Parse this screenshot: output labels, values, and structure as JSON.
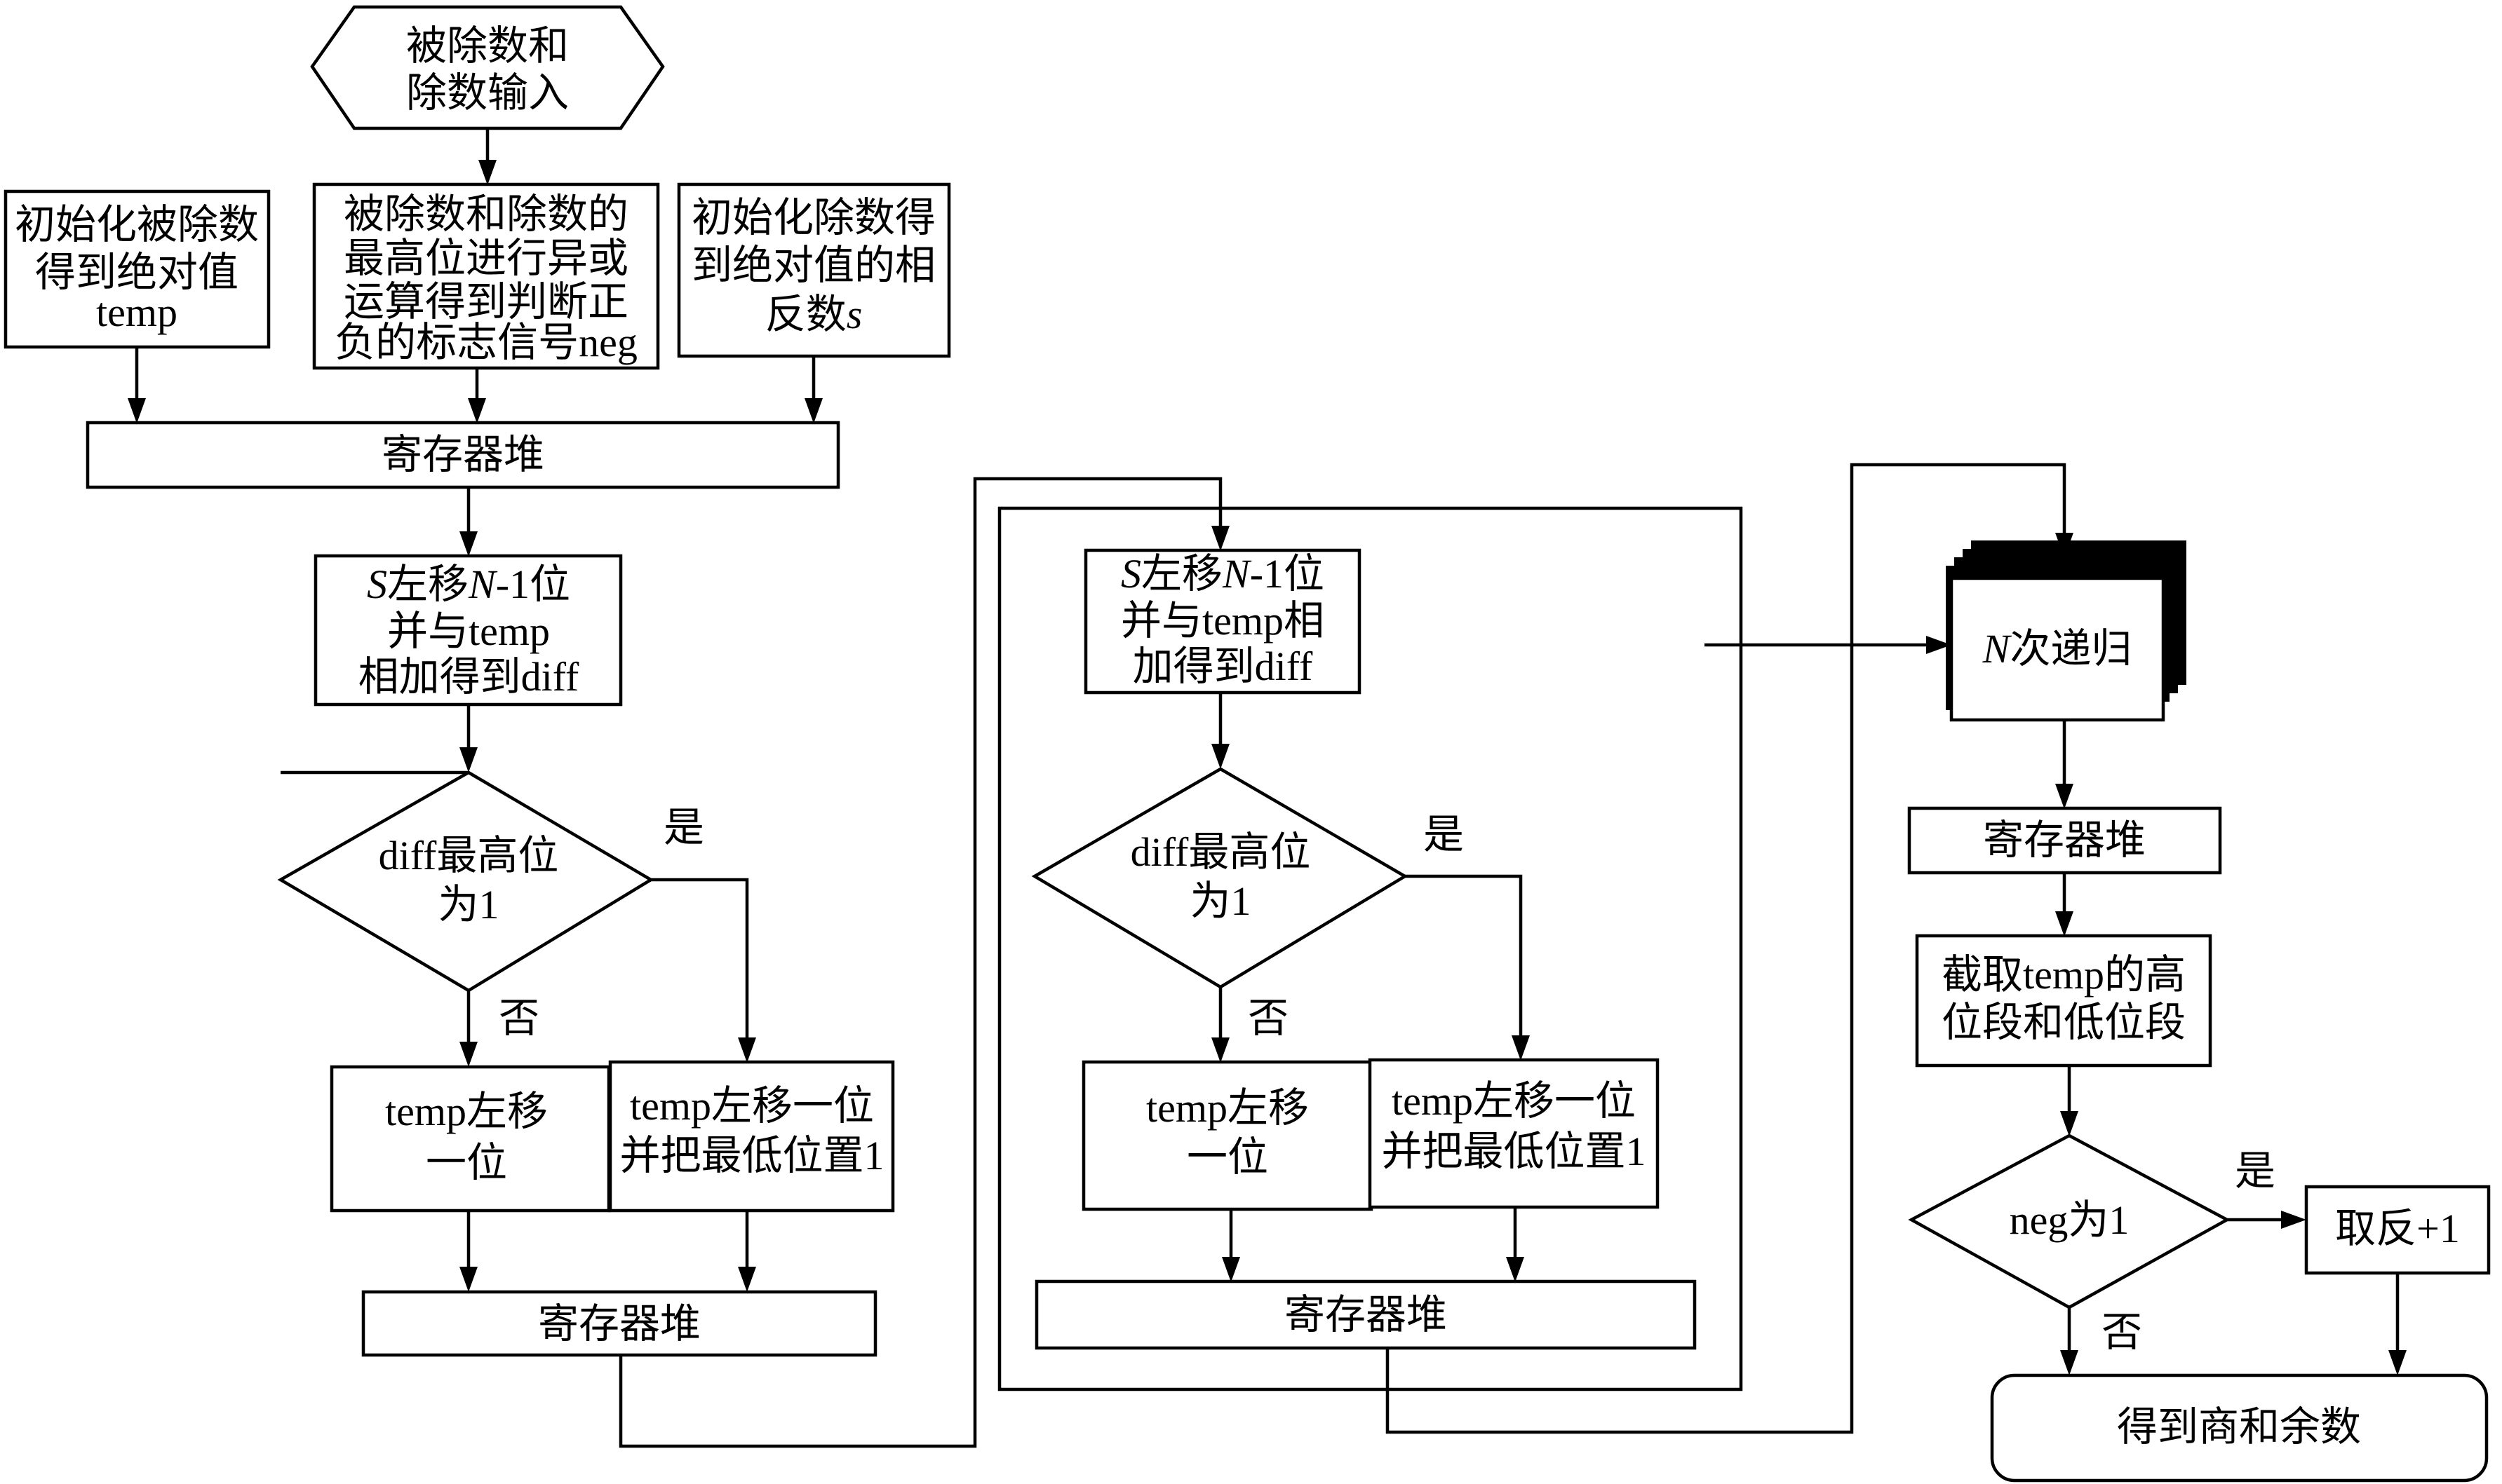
{
  "input_box": {
    "line1": "被除数和",
    "line2": "除数输入"
  },
  "init_dividend": {
    "line1": "初始化被除数",
    "line2": "得到绝对值",
    "line3": "temp"
  },
  "xor_box": {
    "line1": "被除数和除数的",
    "line2": "最高位进行异或",
    "line3": "运算得到判断正",
    "line4": "负的标志信号neg"
  },
  "init_divisor": {
    "line1": "初始化除数得",
    "line2": "到绝对值的相",
    "line3_prefix": "反数",
    "line3_var": "s"
  },
  "register_heap": "寄存器堆",
  "shift_add_1": {
    "var_s": "S",
    "left_shift": "左移",
    "var_n": "N",
    "minus_one_bit": "-1位",
    "line2": "并与temp",
    "line3": "相加得到diff"
  },
  "shift_add_2": {
    "var_s": "S",
    "left_shift": "左移",
    "var_n": "N",
    "minus_one_bit": "-1位",
    "line2": "并与temp相",
    "line3": "加得到diff"
  },
  "diff_decision": {
    "line1": "diff最高位",
    "line2": "为1"
  },
  "yes_label": "是",
  "no_label": "否",
  "temp_shift": {
    "line1": "temp左移",
    "line2": "一位"
  },
  "temp_shift_set": {
    "line1": "temp左移一位",
    "line2": "并把最低位置1"
  },
  "recursion": {
    "var_n": "N",
    "label": "次递归"
  },
  "truncate": {
    "line1": "截取temp的高",
    "line2": "位段和低位段"
  },
  "neg_decision": "neg为1",
  "negate": "取反+1",
  "result": "得到商和余数"
}
